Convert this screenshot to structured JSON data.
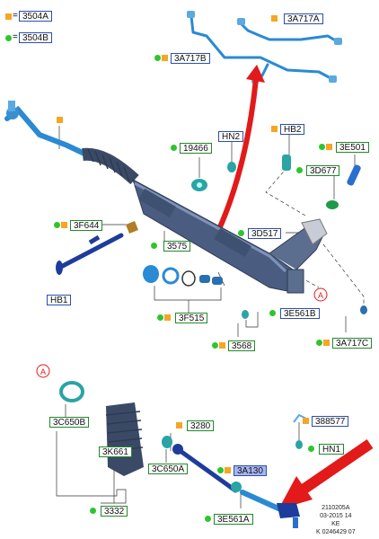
{
  "legend": {
    "orange_code": "3504A",
    "green_code": "3504B",
    "equals": "="
  },
  "labels": {
    "l_3a717a": "3A717A",
    "l_3a717b": "3A717B",
    "l_hn2": "HN2",
    "l_hb2": "HB2",
    "l_19466": "19466",
    "l_3e501": "3E501",
    "l_3d677": "3D677",
    "l_3f644": "3F644",
    "l_3d517": "3D517",
    "l_3575": "3575",
    "l_hb1": "HB1",
    "l_3f515": "3F515",
    "l_3e561b": "3E561B",
    "l_3568": "3568",
    "l_3a717c": "3A717C",
    "l_3c650b": "3C650B",
    "l_3k661": "3K661",
    "l_3280": "3280",
    "l_3c650a": "3C650A",
    "l_388577": "388577",
    "l_hn1": "HN1",
    "l_3a130": "3A130",
    "l_3332": "3332",
    "l_3e561a": "3E561A"
  },
  "circle_markers": {
    "a1": "A",
    "a2": "A"
  },
  "footer": {
    "line1": "2110205A",
    "line2": "03-2015 14",
    "line3": "KE",
    "line4": "K 0246429 07"
  },
  "colors": {
    "green_border": "#1f8a2a",
    "blue_border": "#2b4fb0",
    "blue_fill": "#a8b4f0",
    "orange": "#f5a623",
    "green_dot": "#2ec52e",
    "part_blue": "#2a6fb0",
    "part_dark": "#3a4a66",
    "rod_blue": "#1d3c9c",
    "arrow_red": "#e21a1a"
  }
}
